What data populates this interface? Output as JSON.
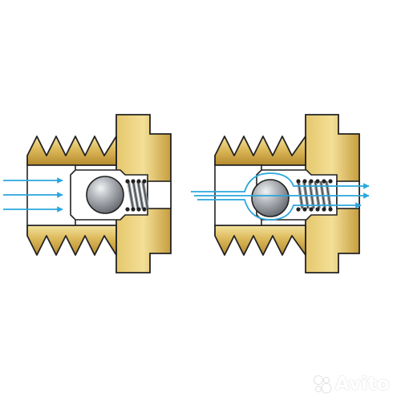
{
  "colors": {
    "brass_light": "#f0d98c",
    "brass_mid": "#d4af4e",
    "brass_dark": "#a47a23",
    "outline": "#222222",
    "ball": "#8f949a",
    "spring": "#cfd3d6",
    "flow_arrow": "#2aa6dd"
  },
  "valves": [
    {
      "state": "closed",
      "flow": "blocked"
    },
    {
      "state": "open",
      "flow": "passing"
    }
  ],
  "watermark": {
    "text": "Avito",
    "icon": "avito-dots-icon"
  }
}
